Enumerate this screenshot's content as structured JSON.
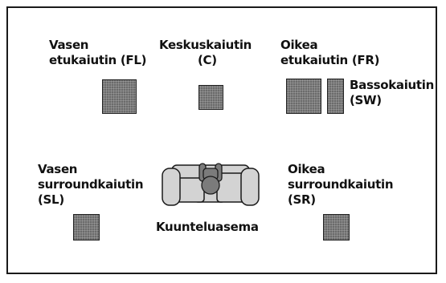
{
  "speakers": {
    "fl": {
      "line1": "Vasen",
      "line2": "etukaiutin (FL)"
    },
    "c": {
      "line1": "Keskuskaiutin",
      "line2": "(C)"
    },
    "fr": {
      "line1": "Oikea",
      "line2": "etukaiutin (FR)"
    },
    "sw": {
      "line1": "Bassokaiutin",
      "line2": "(SW)"
    },
    "sl": {
      "line1": "Vasen",
      "line2": "surroundkaiutin",
      "line3": "(SL)"
    },
    "sr": {
      "line1": "Oikea",
      "line2": "surroundkaiutin",
      "line3": "(SR)"
    }
  },
  "listening_position": {
    "label": "Kuunteluasema"
  },
  "colors": {
    "speaker_fill": "#7b7b7b",
    "sofa_fill": "#d3d3d3",
    "outline": "#1a1a1a"
  }
}
